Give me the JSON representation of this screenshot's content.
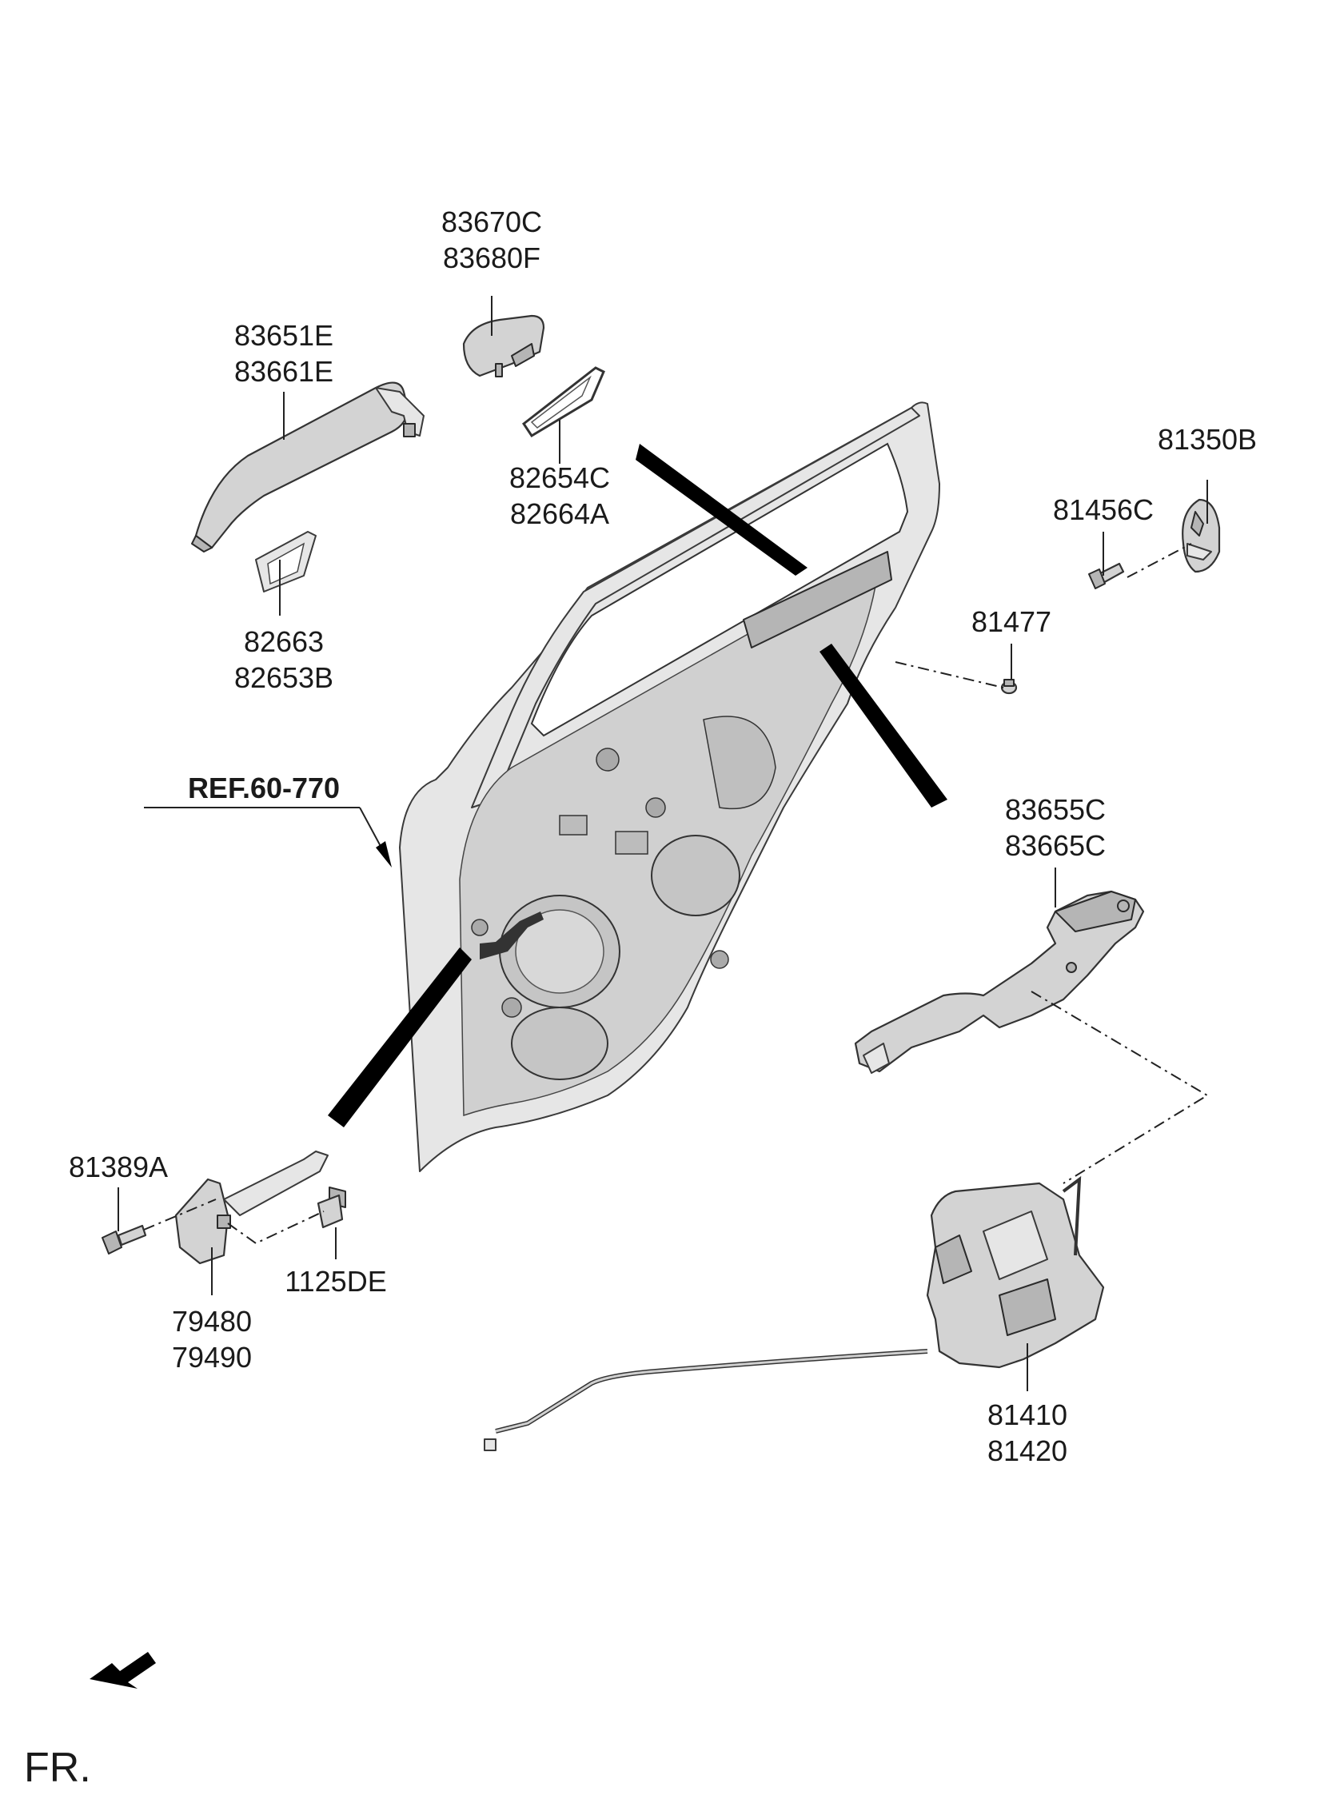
{
  "diagram": {
    "reference_label": "REF.60-770",
    "front_indicator": "FR.",
    "callouts": {
      "outside_handle": [
        "83651E",
        "83661E"
      ],
      "handle_cover": [
        "83670C",
        "83680F"
      ],
      "handle_gasket_front": [
        "82654C",
        "82664A"
      ],
      "handle_gasket_rear": [
        "82663",
        "82653B"
      ],
      "striker": "81350B",
      "striker_bolt": "81456C",
      "clip": "81477",
      "handle_bracket": [
        "83655C",
        "83665C"
      ],
      "checker_bolt": "81389A",
      "checker_screw": "1125DE",
      "door_checker": [
        "79480",
        "79490"
      ],
      "door_latch": [
        "81410",
        "81420"
      ]
    }
  }
}
